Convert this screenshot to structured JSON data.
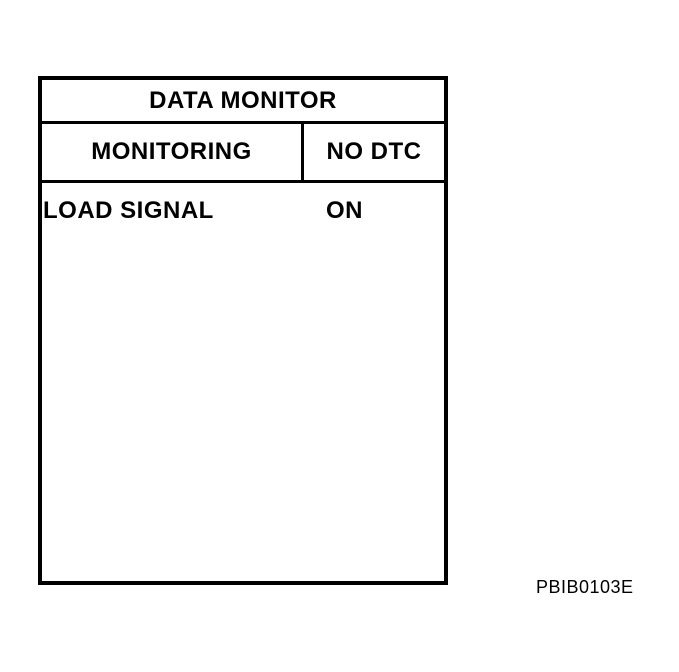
{
  "monitor": {
    "title": "DATA MONITOR",
    "header": {
      "left": "MONITORING",
      "right": "NO DTC"
    },
    "rows": [
      {
        "label": "LOAD SIGNAL",
        "value": "ON"
      }
    ],
    "colors": {
      "border": "#000000",
      "background": "#ffffff",
      "text": "#000000"
    }
  },
  "figure": {
    "code": "PBIB0103E"
  }
}
